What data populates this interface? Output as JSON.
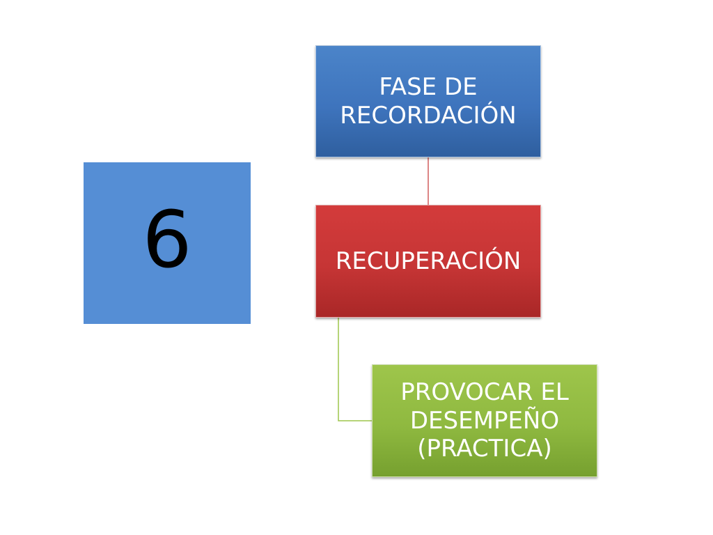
{
  "number_box": {
    "value": "6",
    "color": "#558ed5"
  },
  "hierarchy": {
    "top_node": {
      "label": "FASE DE RECORDACIÓN",
      "color": "#3e74bd"
    },
    "middle_node": {
      "label": "RECUPERACIÓN",
      "color": "#c63535"
    },
    "bottom_node": {
      "label": "PROVOCAR EL DESEMPEÑO (PRACTICA)",
      "color": "#8fb940"
    },
    "connector_colors": {
      "top_to_middle": "#d05c5c",
      "middle_to_bottom": "#9ec54b"
    }
  }
}
